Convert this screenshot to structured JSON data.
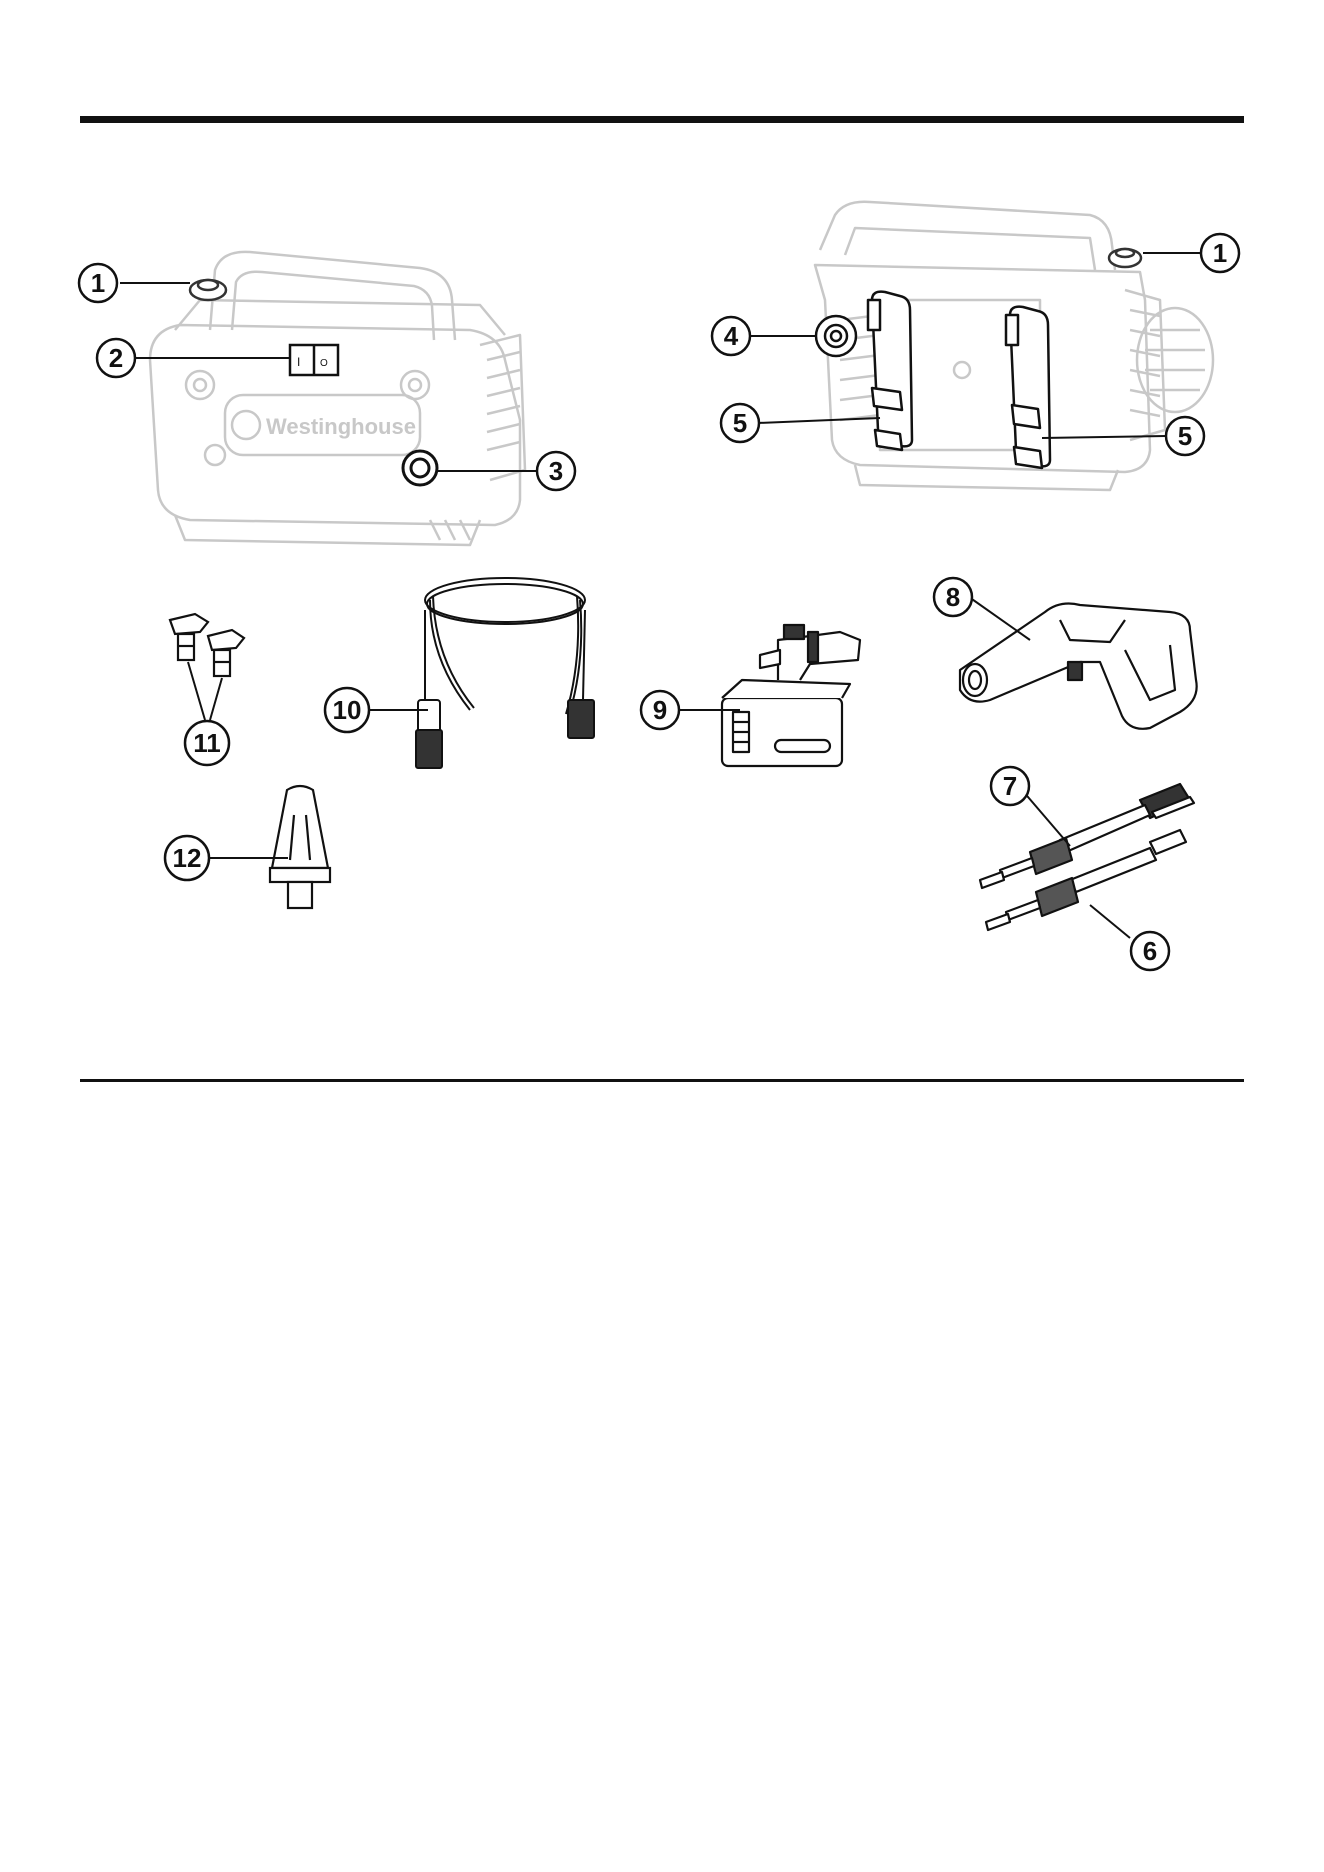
{
  "brand": {
    "name": "Westinghouse"
  },
  "switch": {
    "on_mark": "I",
    "off_mark": "O"
  },
  "callouts": [
    {
      "id": "1",
      "label": "1"
    },
    {
      "id": "2",
      "label": "2"
    },
    {
      "id": "3",
      "label": "3"
    },
    {
      "id": "4",
      "label": "4"
    },
    {
      "id": "5",
      "label": "5"
    },
    {
      "id": "6",
      "label": "6"
    },
    {
      "id": "7",
      "label": "7"
    },
    {
      "id": "8",
      "label": "8"
    },
    {
      "id": "9",
      "label": "9"
    },
    {
      "id": "10",
      "label": "10"
    },
    {
      "id": "11",
      "label": "11"
    },
    {
      "id": "12",
      "label": "12"
    }
  ],
  "colors": {
    "ink": "#111111",
    "faded_line": "#c8c8c8",
    "component_line": "#333333"
  }
}
